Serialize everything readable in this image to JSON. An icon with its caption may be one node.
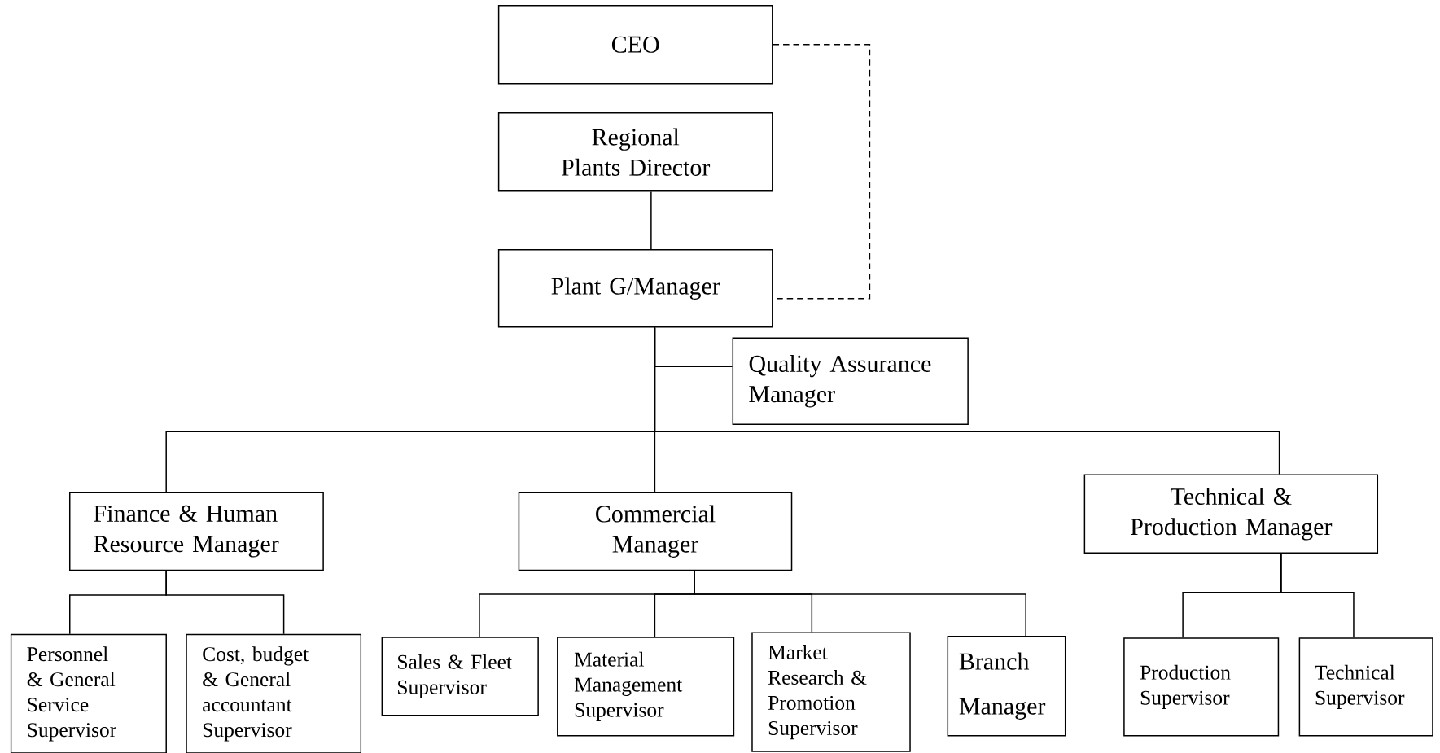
{
  "diagram": {
    "nodes": [
      {
        "text": [
          "CEO"
        ]
      },
      {
        "text": [
          "Regional Plants Director"
        ]
      },
      {
        "text": [
          "Plant G/Manager"
        ]
      },
      {
        "text": [
          "Quality Assurance Manager"
        ]
      },
      {
        "text": [
          "Finance & Human Resource Manager"
        ]
      },
      {
        "text": [
          "Commercial Manager"
        ]
      },
      {
        "text": [
          "Technical & Production Manager"
        ]
      },
      {
        "text": [
          "Personnel & General Service Supervisor"
        ]
      },
      {
        "text": [
          "Cost, budget & General accountant Supervisor"
        ]
      },
      {
        "text": [
          "Sales & Fleet Supervisor"
        ]
      },
      {
        "text": [
          "Material Management Supervisor"
        ]
      },
      {
        "text": [
          "Market Research & Promotion Supervisor"
        ]
      },
      {
        "text": [
          "Branch Manager"
        ]
      },
      {
        "text": [
          "Production Supervisor"
        ]
      },
      {
        "text": [
          "Technical Supervisor"
        ]
      }
    ],
    "edges": [
      {
        "from": 0,
        "to": 2,
        "arrow": "none",
        "style": "dashed"
      },
      {
        "from": 1,
        "to": 2,
        "arrow": "none"
      },
      {
        "from": 2,
        "to": 3,
        "arrow": "none"
      },
      {
        "from": 2,
        "to": 4,
        "arrow": "none"
      },
      {
        "from": 2,
        "to": 5,
        "arrow": "none"
      },
      {
        "from": 2,
        "to": 6,
        "arrow": "none"
      },
      {
        "from": 4,
        "to": 7,
        "arrow": "none"
      },
      {
        "from": 4,
        "to": 8,
        "arrow": "none"
      },
      {
        "from": 5,
        "to": 9,
        "arrow": "none"
      },
      {
        "from": 5,
        "to": 10,
        "arrow": "none"
      },
      {
        "from": 5,
        "to": 11,
        "arrow": "none"
      },
      {
        "from": 5,
        "to": 12,
        "arrow": "none"
      },
      {
        "from": 6,
        "to": 13,
        "arrow": "none"
      },
      {
        "from": 6,
        "to": 14,
        "arrow": "none"
      }
    ]
  }
}
